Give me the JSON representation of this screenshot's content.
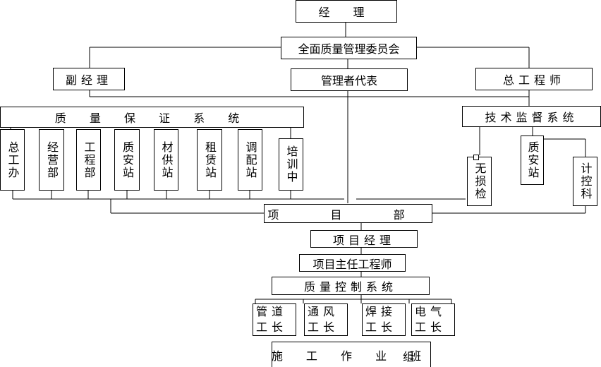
{
  "chart": {
    "manager": "经 理",
    "committee": "全面质量管理委员会",
    "deputy_manager": "副经理",
    "management_rep": "管理者代表",
    "chief_engineer": "总工程师",
    "qa_system": "质 量 保 证 系 统",
    "qa_departments": [
      "总工办",
      "经营部",
      "工程部",
      "质安站",
      "材供站",
      "租赁站",
      "调配站",
      "培训中"
    ],
    "tech_supervision": "技术监督系统",
    "tech_units": [
      "无损检",
      "质安站",
      "计控科"
    ],
    "project_dept": "项 目 部",
    "project_manager": "项目经理",
    "project_chief_engineer": "项目主任工程师",
    "qc_system": "质量控制系统",
    "foremen": [
      {
        "line1": "管道",
        "line2": "工长"
      },
      {
        "line1": "通风",
        "line2": "工长"
      },
      {
        "line1": "焊接",
        "line2": "工长"
      },
      {
        "line1": "电气",
        "line2": "工长"
      }
    ],
    "work_team": "施 工 作 业 班",
    "work_team_suffix": "组"
  }
}
